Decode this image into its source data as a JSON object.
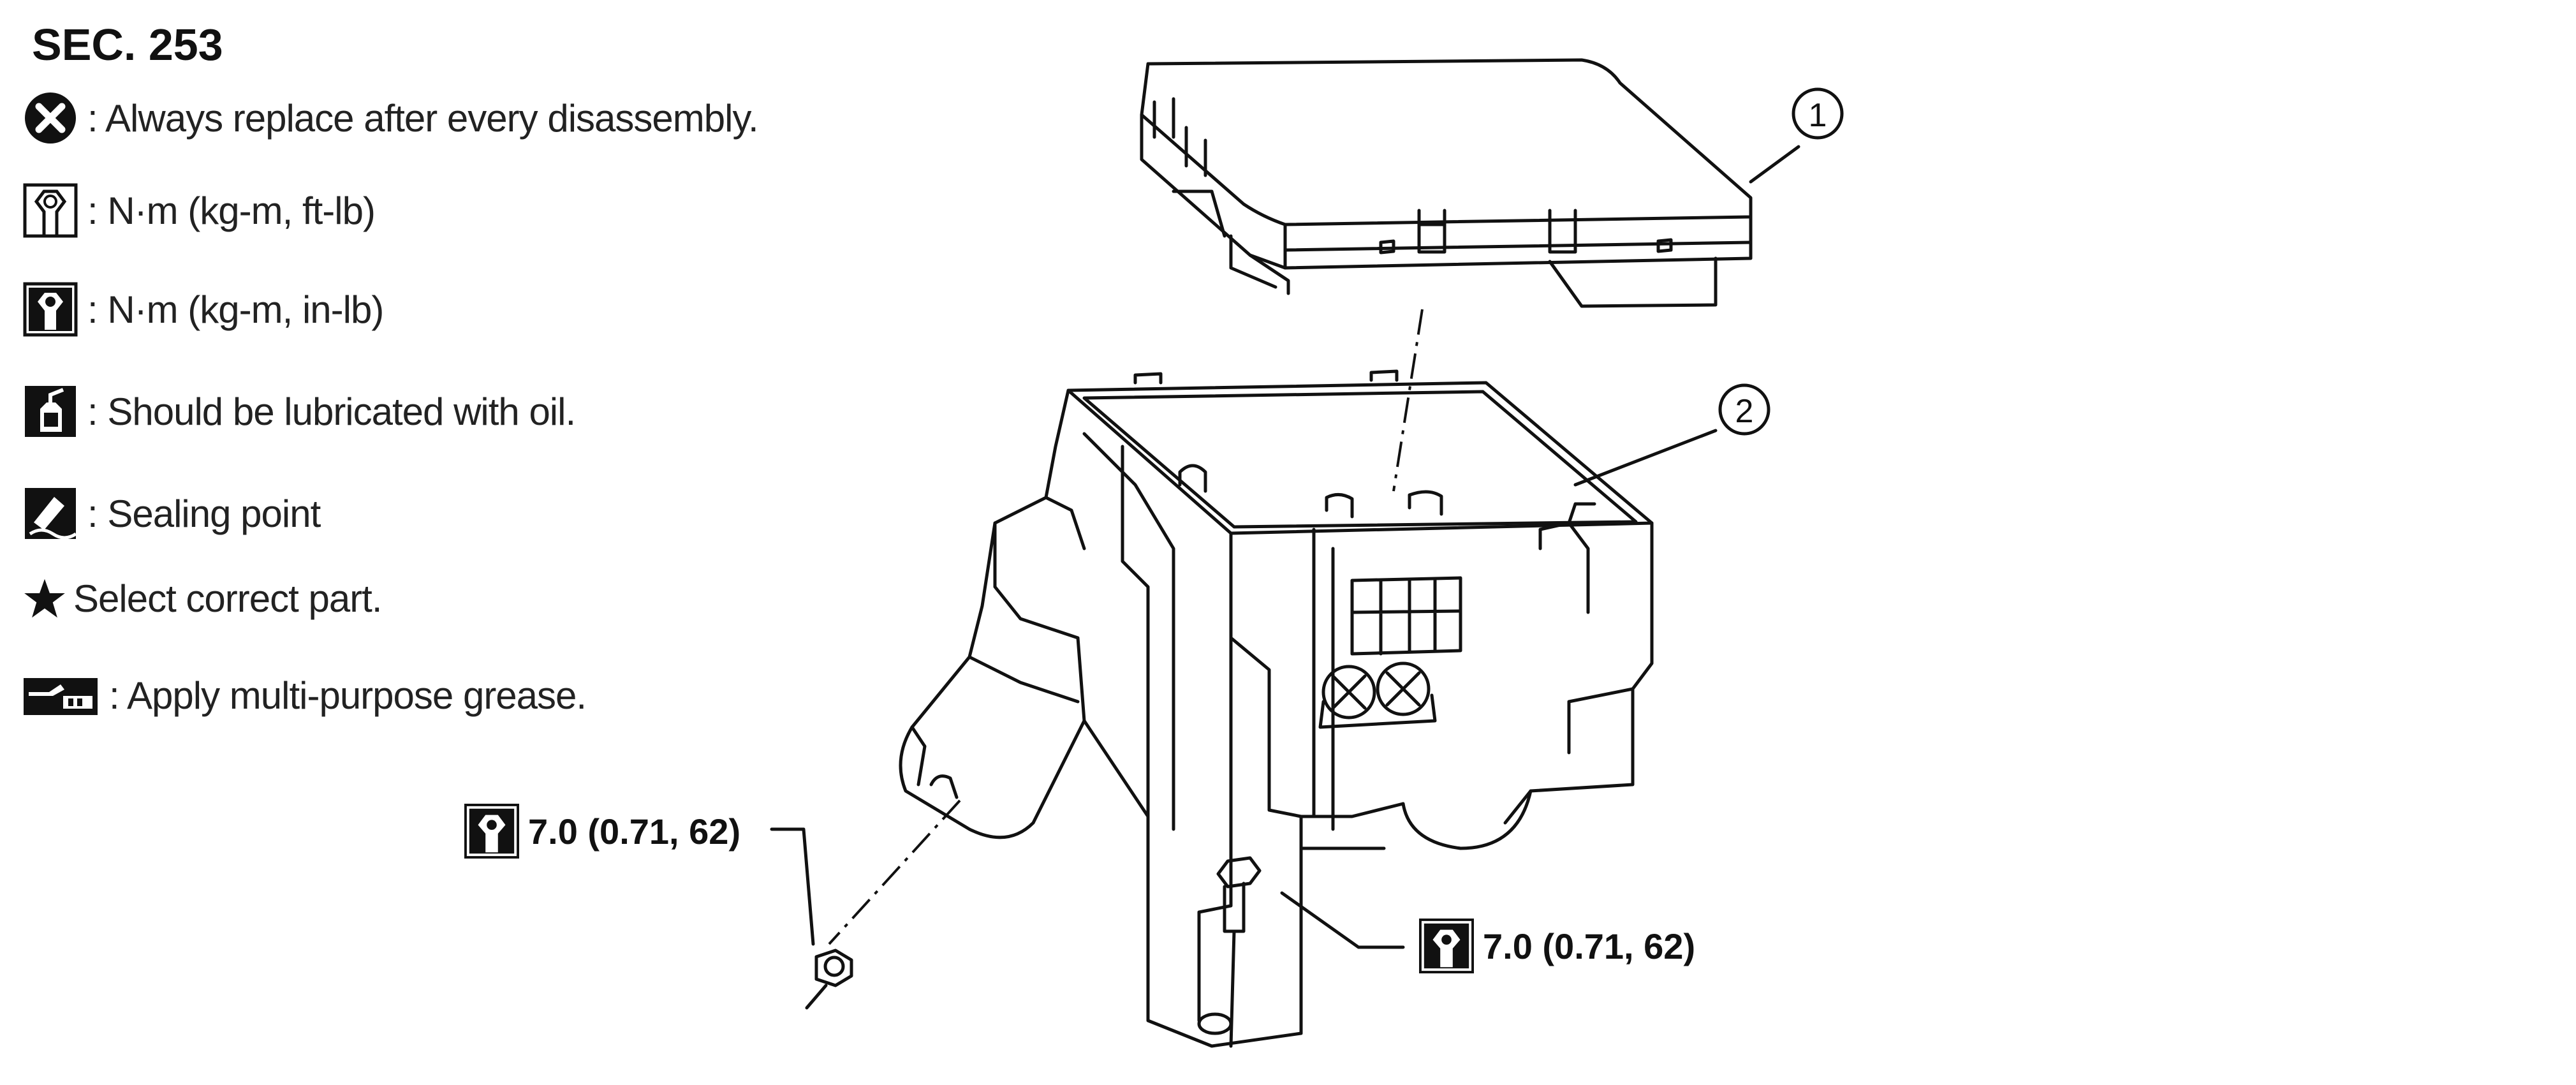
{
  "section": "SEC. 253",
  "legend": [
    {
      "icon": "always-replace-icon",
      "text": ": Always replace after every disassembly."
    },
    {
      "icon": "torque-kg-m-ft-lb-icon",
      "text": ": N·m (kg-m, ft-lb)"
    },
    {
      "icon": "torque-kg-m-in-lb-icon",
      "text": ": N·m (kg-m, in-lb)"
    },
    {
      "icon": "oil-can-icon",
      "text": ": Should be lubricated with oil."
    },
    {
      "icon": "sealing-point-icon",
      "text": ": Sealing point"
    },
    {
      "icon": "star-icon",
      "text": "Select correct part."
    },
    {
      "icon": "grease-icon",
      "text": ": Apply multi-purpose grease."
    }
  ],
  "torque_specs": [
    {
      "id": "left",
      "value": "7.0 (0.71, 62)"
    },
    {
      "id": "right",
      "value": "7.0 (0.71, 62)"
    }
  ],
  "callouts": [
    {
      "number": "1",
      "part": "fuse-block-cover"
    },
    {
      "number": "2",
      "part": "fuse-block-case"
    }
  ]
}
